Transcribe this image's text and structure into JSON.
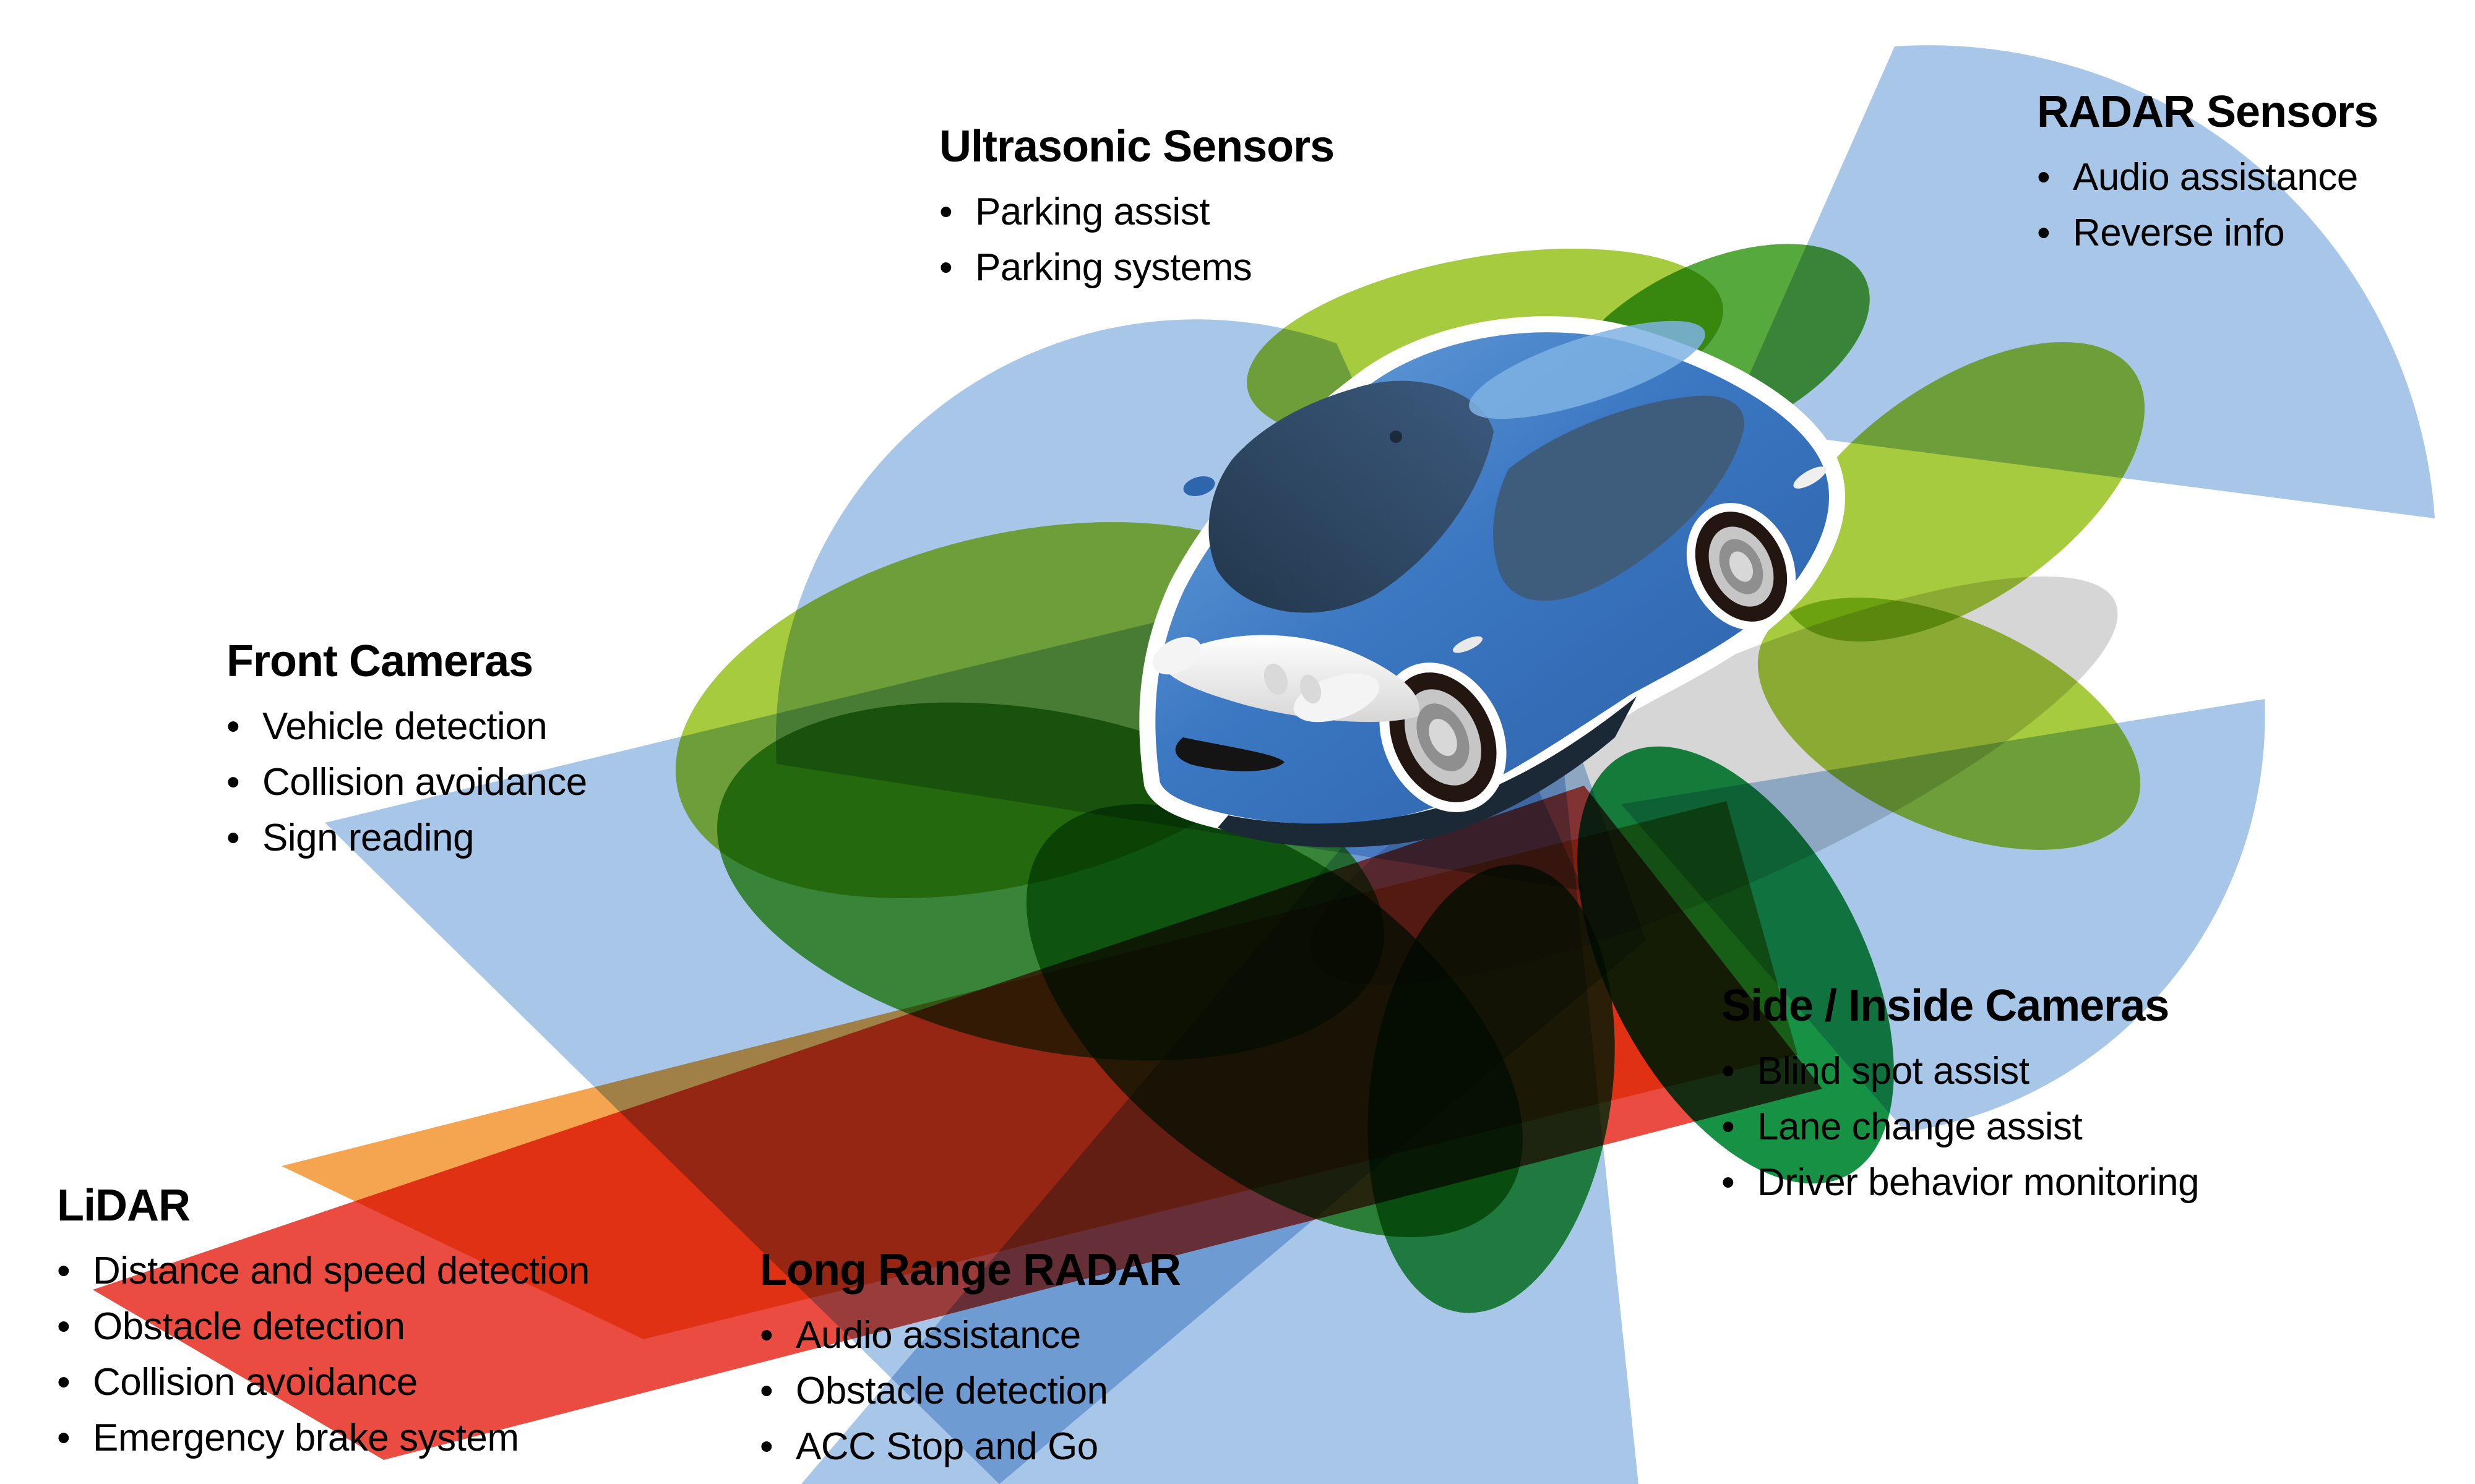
{
  "ui": {
    "bullet_char": "•"
  },
  "labels": {
    "ultrasonic": {
      "title": "Ultrasonic Sensors",
      "items": [
        "Parking assist",
        "Parking systems"
      ]
    },
    "radar": {
      "title": "RADAR Sensors",
      "items": [
        "Audio assistance",
        "Reverse info"
      ]
    },
    "front_cameras": {
      "title": "Front Cameras",
      "items": [
        "Vehicle detection",
        "Collision avoidance",
        "Sign reading"
      ]
    },
    "side_cameras": {
      "title": "Side / Inside Cameras",
      "items": [
        "Blind spot assist",
        "Lane change assist",
        "Driver behavior monitoring"
      ]
    },
    "lidar": {
      "title": "LiDAR",
      "items": [
        "Distance and speed detection",
        "Obstacle detection",
        "Collision avoidance",
        "Emergency brake system"
      ]
    },
    "long_range_radar": {
      "title": "Long Range RADAR",
      "items": [
        "Audio assistance",
        "Obstacle detection",
        "ACC Stop and Go"
      ]
    }
  },
  "colors": {
    "beam_blue": "#A8C7E8",
    "beam_orange": "#F5A44F",
    "beam_red": "#E8392E",
    "green_light": "#A6CB3E",
    "green_mid": "#55A93D",
    "green_mid2": "#3FA13C",
    "green_deep": "#2F9C45",
    "green_dark": "#179245",
    "shadow_gray": "#CFCFCF",
    "car_blue": "#3B77C2",
    "window_dark": "#2E4762",
    "text_color": "#000000"
  }
}
